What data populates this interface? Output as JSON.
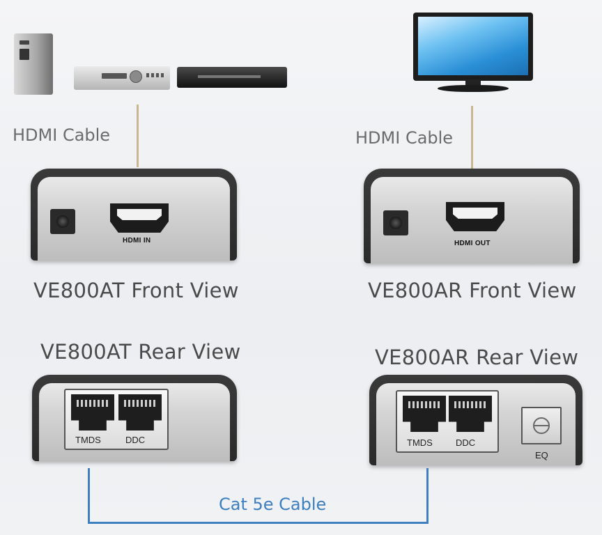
{
  "left": {
    "cable_label": "HDMI Cable",
    "front_view_label": "VE800AT Front View",
    "rear_view_label": "VE800AT Rear View",
    "front_port_label": "HDMI IN",
    "rear_port_labels": [
      "TMDS",
      "DDC"
    ]
  },
  "right": {
    "cable_label": "HDMI Cable",
    "front_view_label": "VE800AR Front View",
    "rear_view_label": "VE800AR Rear View",
    "front_port_label": "HDMI OUT",
    "rear_port_labels": [
      "TMDS",
      "DDC"
    ],
    "eq_label": "EQ"
  },
  "link_cable_label": "Cat 5e Cable",
  "colors": {
    "cat_cable": "#3d7fbf",
    "hdmi_cable": "#c9b88f",
    "housing": "#2a2a2a"
  },
  "icons": {
    "sources": [
      "desktop-pc-icon",
      "audio-receiver-icon",
      "dvd-player-icon"
    ],
    "display": "lcd-tv-icon"
  }
}
